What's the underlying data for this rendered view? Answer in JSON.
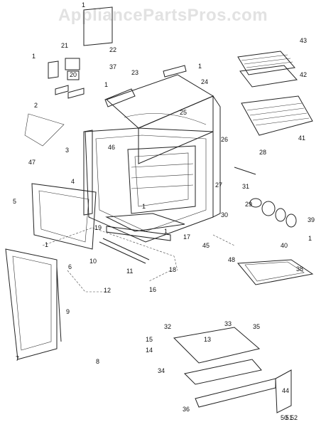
{
  "watermark": "AppliancePartsPros.com",
  "callouts": [
    "1",
    "1",
    "1",
    "1",
    "1",
    "1",
    "1",
    "1",
    "2",
    "3",
    "4",
    "5",
    "6",
    "7",
    "8",
    "9",
    "10",
    "11",
    "12",
    "13",
    "14",
    "15",
    "16",
    "17",
    "18",
    "19",
    "20",
    "21",
    "22",
    "23",
    "24",
    "25",
    "26",
    "27",
    "28",
    "29",
    "30",
    "31",
    "32",
    "33",
    "34",
    "35",
    "36",
    "37",
    "38",
    "39",
    "40",
    "41",
    "42",
    "43",
    "44",
    "45",
    "46",
    "47",
    "48",
    "50",
    "51",
    "52"
  ]
}
